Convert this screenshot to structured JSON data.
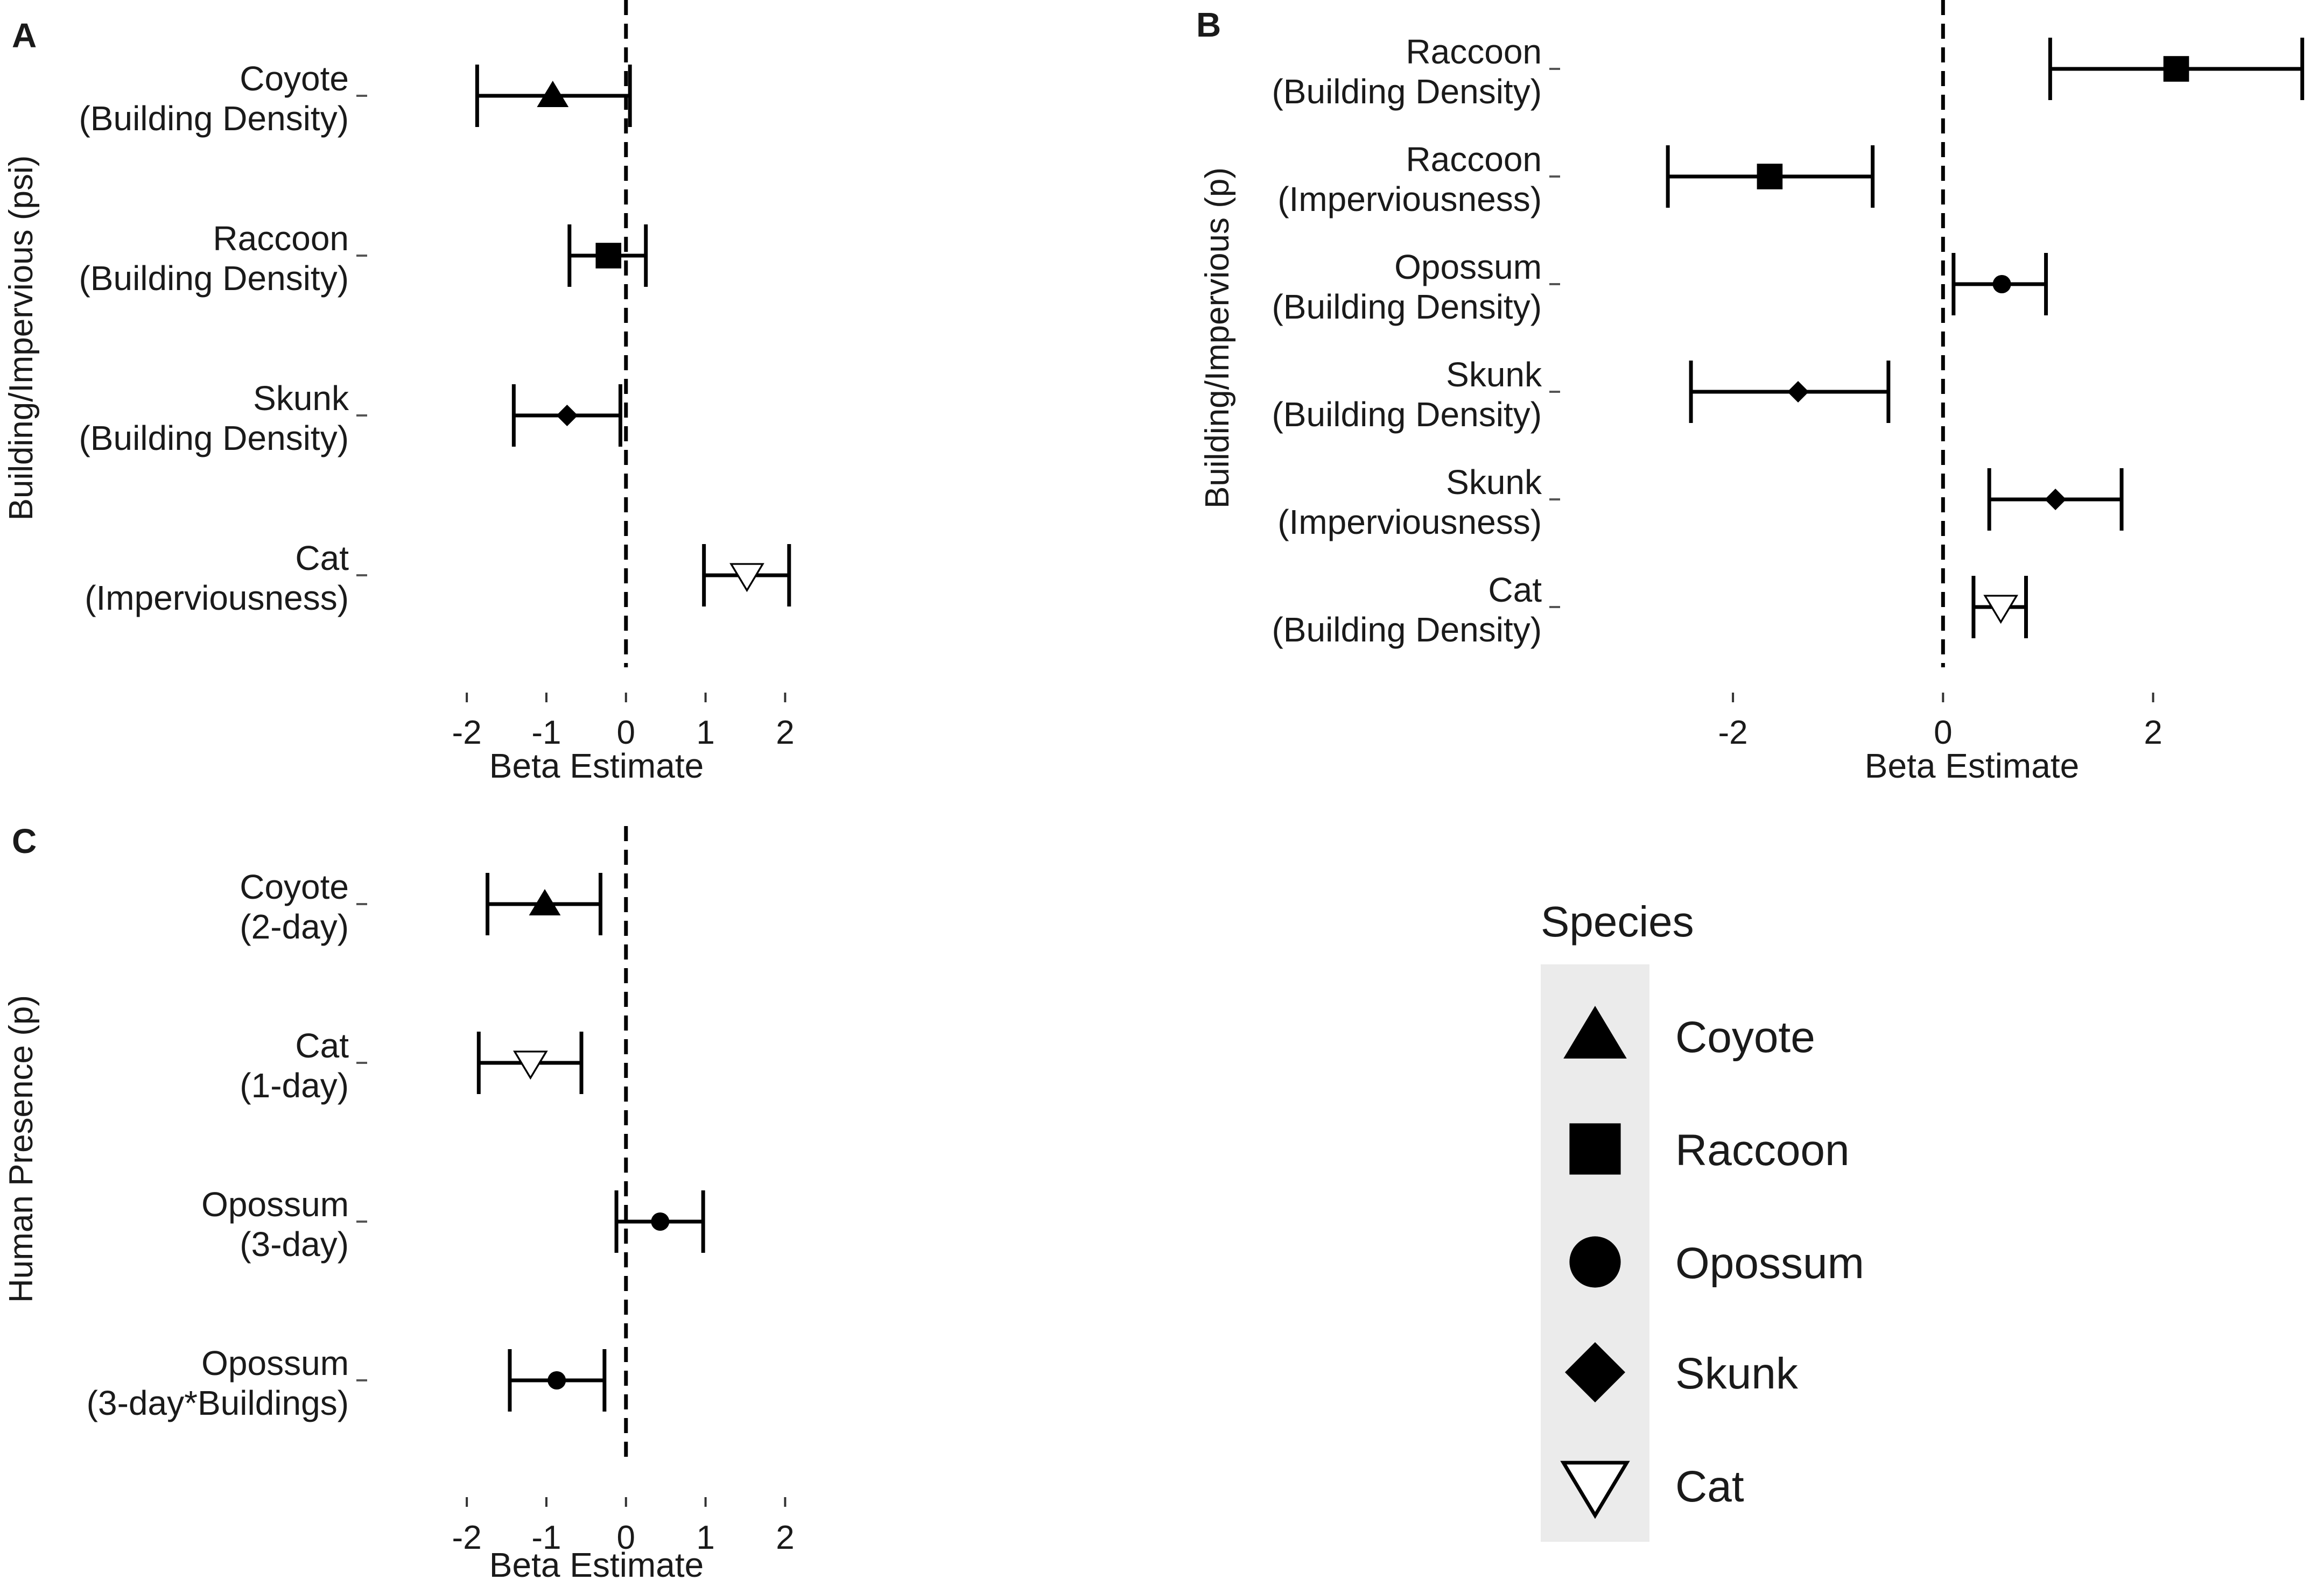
{
  "chart_data": [
    {
      "panel": "A",
      "type": "forest",
      "ylabel": "Building/Impervious (psi)",
      "xlabel": "Beta Estimate",
      "xlim": [
        -2.4,
        2.2
      ],
      "xticks": [
        -2,
        -1,
        0,
        1,
        2
      ],
      "reference_line": 0,
      "rows": [
        {
          "line1": "Coyote",
          "line2": "(Building Density)",
          "species": "Coyote",
          "estimate": -0.92,
          "lower": -1.87,
          "upper": 0.05
        },
        {
          "line1": "Raccoon",
          "line2": "(Building Density)",
          "species": "Raccoon",
          "estimate": -0.22,
          "lower": -0.71,
          "upper": 0.25
        },
        {
          "line1": "Skunk",
          "line2": "(Building Density)",
          "species": "Skunk",
          "estimate": -0.74,
          "lower": -1.41,
          "upper": -0.07
        },
        {
          "line1": "Cat",
          "line2": "(Imperviousness)",
          "species": "Cat",
          "estimate": 1.52,
          "lower": 0.98,
          "upper": 2.05
        }
      ]
    },
    {
      "panel": "B",
      "type": "forest",
      "ylabel": "Building/Impervious (p)",
      "xlabel": "Beta Estimate",
      "xlim": [
        -3.0,
        3.55
      ],
      "xticks": [
        -2,
        0,
        2
      ],
      "reference_line": 0,
      "rows": [
        {
          "line1": "Raccoon",
          "line2": "(Building Density)",
          "species": "Raccoon",
          "estimate": 2.22,
          "lower": 1.02,
          "upper": 3.42
        },
        {
          "line1": "Raccoon",
          "line2": "(Imperviousness)",
          "species": "Raccoon",
          "estimate": -1.65,
          "lower": -2.62,
          "upper": -0.67
        },
        {
          "line1": "Opossum",
          "line2": "(Building Density)",
          "species": "Opossum",
          "estimate": 0.56,
          "lower": 0.1,
          "upper": 0.98
        },
        {
          "line1": "Skunk",
          "line2": "(Building Density)",
          "species": "Skunk",
          "estimate": -1.38,
          "lower": -2.4,
          "upper": -0.52
        },
        {
          "line1": "Skunk",
          "line2": "(Imperviousness)",
          "species": "Skunk",
          "estimate": 1.07,
          "lower": 0.44,
          "upper": 1.7
        },
        {
          "line1": "Cat",
          "line2": "(Building Density)",
          "species": "Cat",
          "estimate": 0.55,
          "lower": 0.29,
          "upper": 0.79
        }
      ]
    },
    {
      "panel": "C",
      "type": "forest",
      "ylabel": "Human Presence (p)",
      "xlabel": "Beta Estimate",
      "xlim": [
        -2.4,
        2.2
      ],
      "xticks": [
        -2,
        -1,
        0,
        1,
        2
      ],
      "reference_line": 0,
      "rows": [
        {
          "line1": "Coyote",
          "line2": "(2-day)",
          "species": "Coyote",
          "estimate": -1.02,
          "lower": -1.74,
          "upper": -0.32
        },
        {
          "line1": "Cat",
          "line2": "(1-day)",
          "species": "Cat",
          "estimate": -1.2,
          "lower": -1.85,
          "upper": -0.56
        },
        {
          "line1": "Opossum",
          "line2": "(3-day)",
          "species": "Opossum",
          "estimate": 0.43,
          "lower": -0.12,
          "upper": 0.97
        },
        {
          "line1": "Opossum",
          "line2": "(3-day*Buildings)",
          "species": "Opossum",
          "estimate": -0.87,
          "lower": -1.46,
          "upper": -0.27
        }
      ]
    }
  ],
  "legend": {
    "title": "Species",
    "items": [
      {
        "label": "Coyote",
        "shape": "triangle-up-filled"
      },
      {
        "label": "Raccoon",
        "shape": "square-filled"
      },
      {
        "label": "Opossum",
        "shape": "circle-filled"
      },
      {
        "label": "Skunk",
        "shape": "diamond-filled"
      },
      {
        "label": "Cat",
        "shape": "triangle-down-open"
      }
    ]
  },
  "colors": {
    "ink": "#000000",
    "legend_bg": "#ebebeb"
  }
}
